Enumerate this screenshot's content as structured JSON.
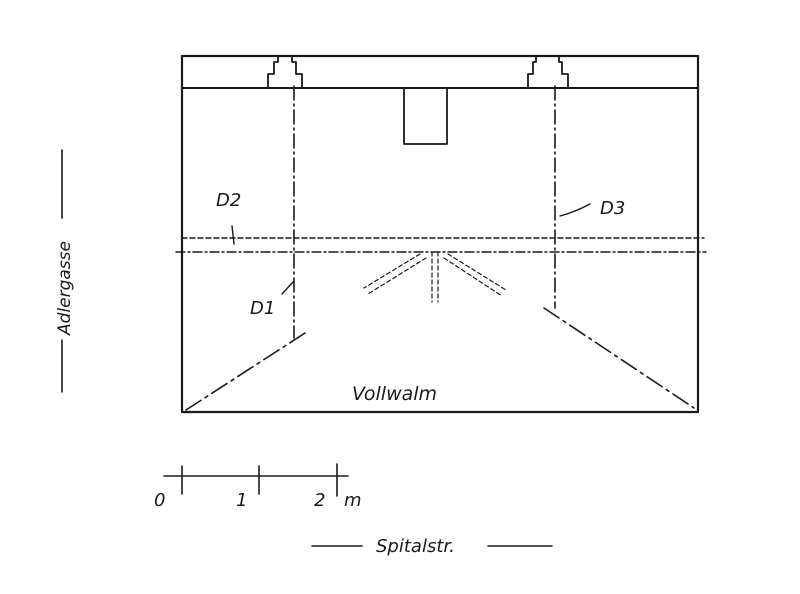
{
  "labels": {
    "d1": "D1",
    "d2": "D2",
    "d3": "D3",
    "roof": "Vollwalm",
    "left_street": "Adlergasse",
    "bottom_street": "Spitalstr."
  },
  "scale": {
    "ticks": [
      "0",
      "1",
      "2"
    ],
    "unit": "m"
  }
}
